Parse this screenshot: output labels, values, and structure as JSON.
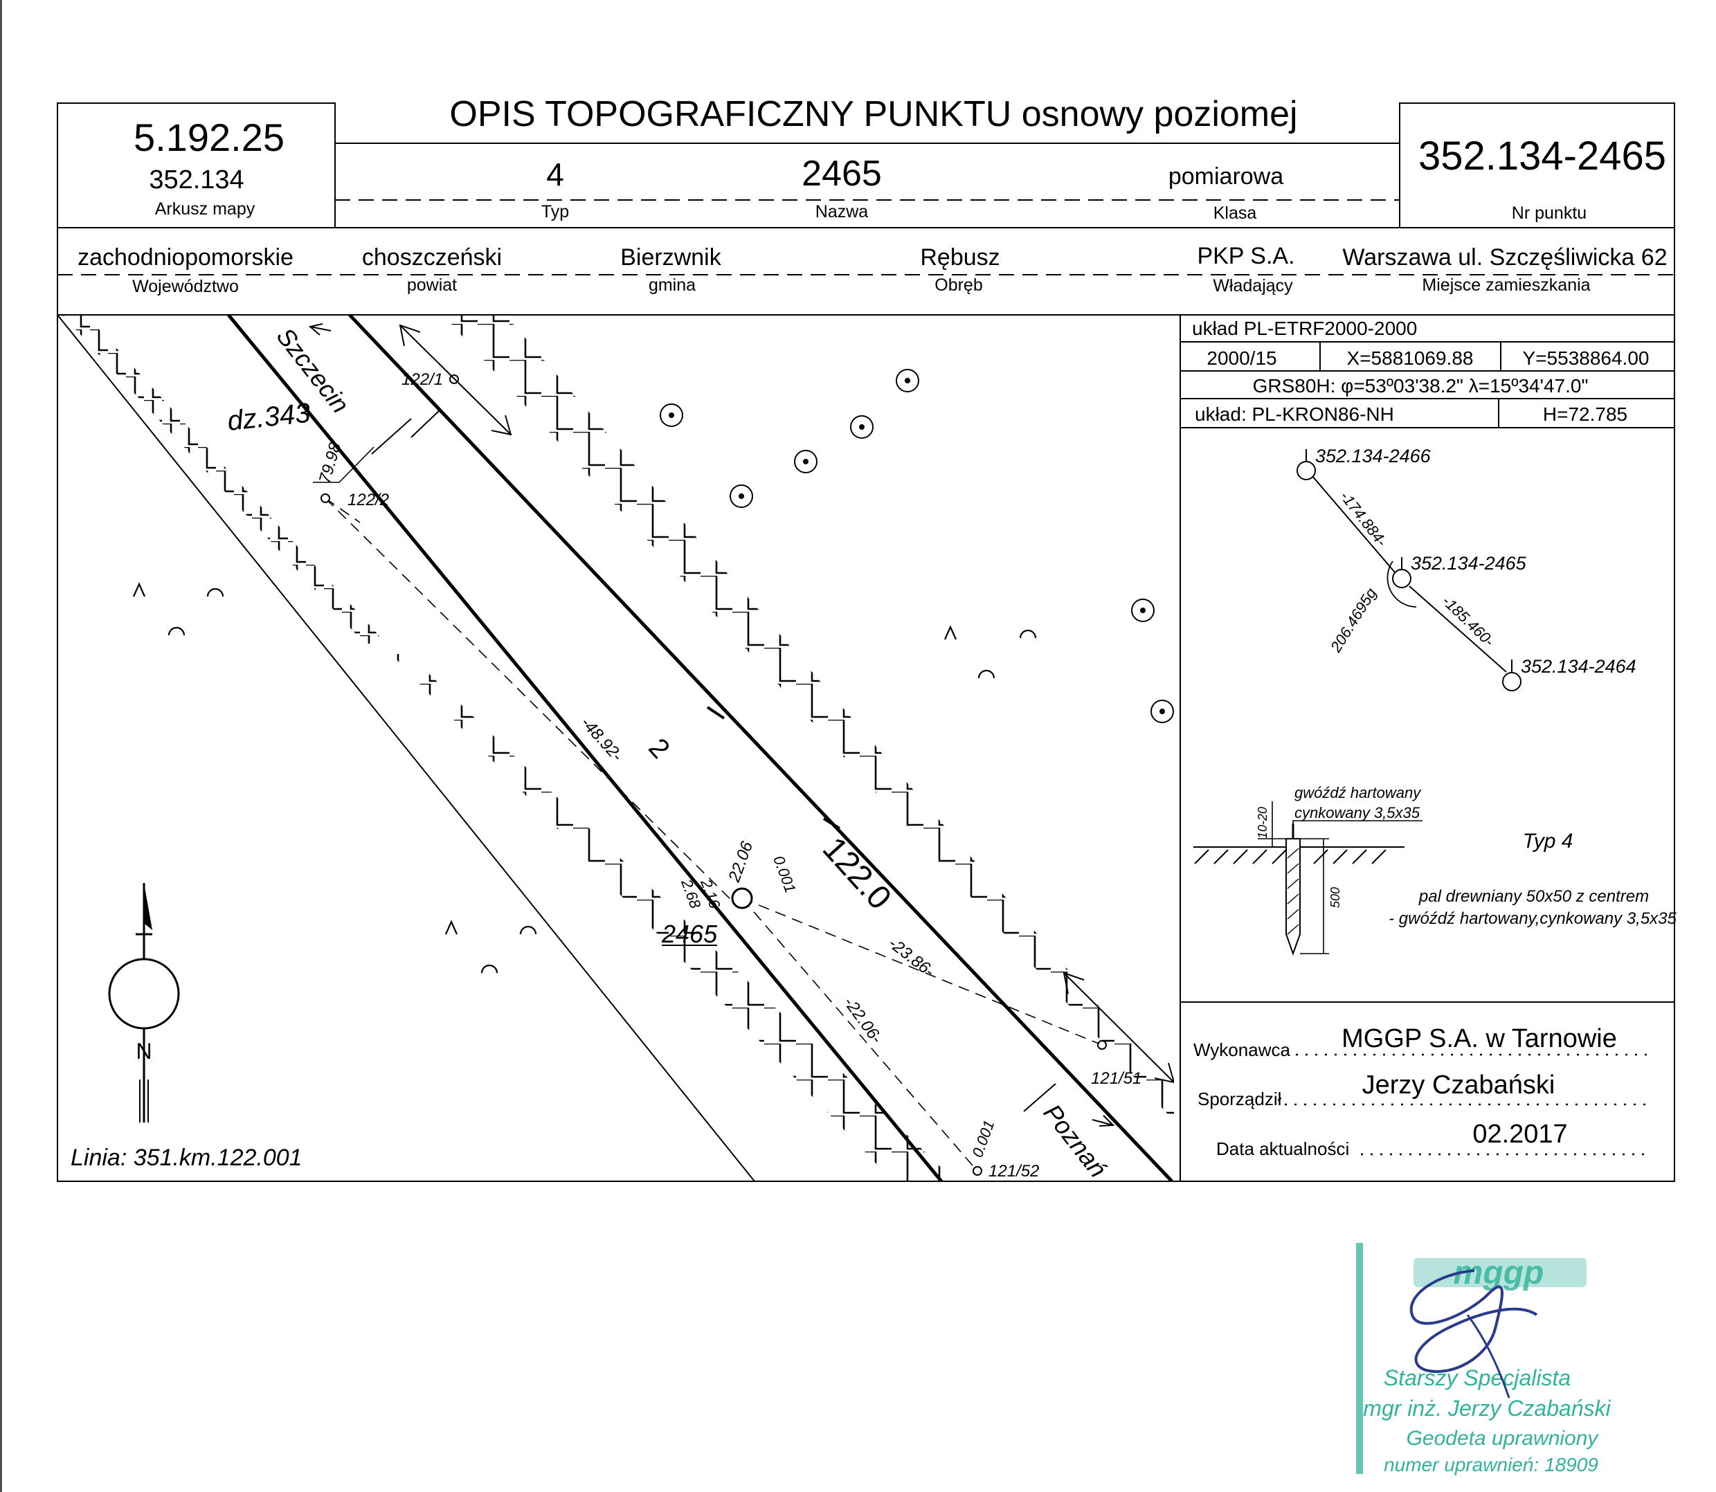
{
  "title": "OPIS TOPOGRAFICZNY PUNKTU osnowy poziomej",
  "sheet": {
    "number": "5.192.25",
    "map_id": "352.134",
    "label": "Arkusz mapy"
  },
  "point": {
    "type_value": "4",
    "type_label": "Typ",
    "name_value": "2465",
    "name_label": "Nazwa",
    "class_value": "pomiarowa",
    "class_label": "Klasa",
    "number_value": "352.134-2465",
    "number_label": "Nr punktu"
  },
  "admin": {
    "voivodeship": {
      "value": "zachodniopomorskie",
      "label": "Województwo"
    },
    "county": {
      "value": "choszczeński",
      "label": "powiat"
    },
    "commune": {
      "value": "Bierzwnik",
      "label": "gmina"
    },
    "precinct": {
      "value": "Rębusz",
      "label": "Obręb"
    },
    "owner": {
      "value": "PKP S.A.",
      "label": "Władający"
    },
    "residence": {
      "value": "Warszawa ul. Szczęśliwicka 62",
      "label": "Miejsce zamieszkania"
    }
  },
  "coords": {
    "system": "układ PL-ETRF2000-2000",
    "zone": "2000/15",
    "x": "X=5881069.88",
    "y": "Y=5538864.00",
    "grs": "GRS80H: φ=53º03'38.2\" λ=15º34'47.0\"",
    "height_system": "układ: PL-KRON86-NH",
    "height": "H=72.785"
  },
  "network": {
    "p1": "352.134-2466",
    "p2": "352.134-2465",
    "p3": "352.134-2464",
    "d1": "-174.884-",
    "d2": "-185.460-",
    "angle": "206.4695g"
  },
  "marker": {
    "nail_label_1": "gwóźdź hartowany",
    "nail_label_2": "cynkowany 3,5x35",
    "depth": "10-20",
    "length": "500",
    "type_label": "Typ 4",
    "desc_1": "pal drewniany 50x50 z centrem",
    "desc_2": "- gwóźdź hartowany,cynkowany 3,5x35"
  },
  "footer": {
    "contractor_label": "Wykonawca",
    "contractor": "MGGP S.A.  w Tarnowie",
    "author_label": "Sporządził",
    "author": "Jerzy Czabański",
    "date_label": "Data aktualności",
    "date": "02.2017"
  },
  "sketch": {
    "parcel": "dz.343",
    "to_city_1": "Szczecin",
    "to_city_2": "Poznań",
    "track_no": "2",
    "km_label": "122.0",
    "km_1": "122/1",
    "km_2": "122/2",
    "km_3": "121/51",
    "km_4": "121/52",
    "m_7998": "79.98",
    "m_4892": "-48.92-",
    "m_2386": "-23.86-",
    "m_2206": "-22.06-",
    "m_2206b": "22.06",
    "m_0001a": "0.001",
    "m_0001b": "0.001",
    "m_268": "2.68",
    "m_216": "2.16",
    "point_label": "2465",
    "line_info": "Linia: 351.km.122.001",
    "north": "N"
  },
  "stamp": {
    "logo": "mggp",
    "line1": "Starszy Specjalista",
    "line2": "mgr inż. Jerzy Czabański",
    "line3": "Geodeta uprawniony",
    "line4": "numer uprawnień: 18909"
  },
  "colors": {
    "ink": "#000000",
    "stamp": "#2fb39a",
    "signature": "#2a3a8c"
  }
}
